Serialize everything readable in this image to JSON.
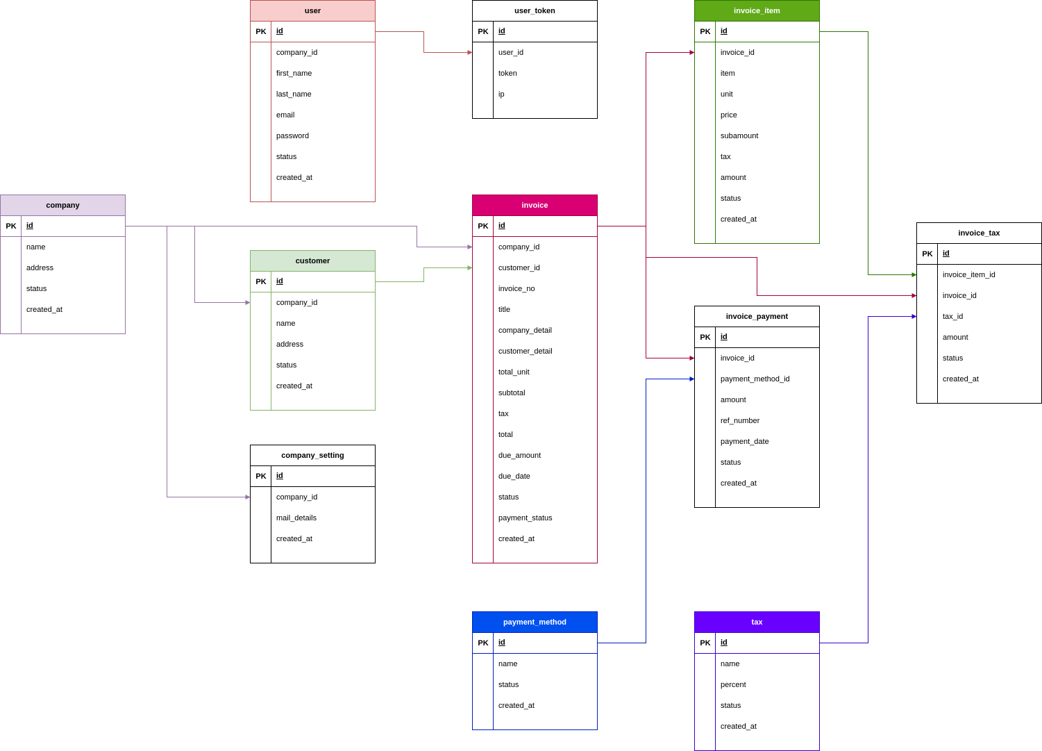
{
  "entities": [
    {
      "key": "user",
      "name": "user",
      "pk_label": "PK",
      "pk": "id",
      "fields": [
        "company_id",
        "first_name",
        "last_name",
        "email",
        "password",
        "status",
        "created_at"
      ],
      "stroke": "#b85450",
      "fill": "#f8cecc",
      "text": "#000000"
    },
    {
      "key": "user_token",
      "name": "user_token",
      "pk_label": "PK",
      "pk": "id",
      "fields": [
        "user_id",
        "token",
        "ip"
      ],
      "stroke": "#000000",
      "fill": "#ffffff",
      "text": "#000000"
    },
    {
      "key": "invoice_item",
      "name": "invoice_item",
      "pk_label": "PK",
      "pk": "id",
      "fields": [
        "invoice_id",
        "item",
        "unit",
        "price",
        "subamount",
        "tax",
        "amount",
        "status",
        "created_at"
      ],
      "stroke": "#2d7600",
      "fill": "#60a917",
      "text": "#ffffff"
    },
    {
      "key": "company",
      "name": "company",
      "pk_label": "PK",
      "pk": "id",
      "fields": [
        "name",
        "address",
        "status",
        "created_at"
      ],
      "stroke": "#9673a6",
      "fill": "#e1d5e7",
      "text": "#000000"
    },
    {
      "key": "customer",
      "name": "customer",
      "pk_label": "PK",
      "pk": "id",
      "fields": [
        "company_id",
        "name",
        "address",
        "status",
        "created_at"
      ],
      "stroke": "#82b366",
      "fill": "#d5e8d4",
      "text": "#000000"
    },
    {
      "key": "invoice",
      "name": "invoice",
      "pk_label": "PK",
      "pk": "id",
      "fields": [
        "company_id",
        "customer_id",
        "invoice_no",
        "title",
        "company_detail",
        "customer_detail",
        "total_unit",
        "subtotal",
        "tax",
        "total",
        "due_amount",
        "due_date",
        "status",
        "payment_status",
        "created_at"
      ],
      "stroke": "#a50040",
      "fill": "#d80073",
      "text": "#ffffff"
    },
    {
      "key": "invoice_tax",
      "name": "invoice_tax",
      "pk_label": "PK",
      "pk": "id",
      "fields": [
        "invoice_item_id",
        "invoice_id",
        "tax_id",
        "amount",
        "status",
        "created_at"
      ],
      "stroke": "#000000",
      "fill": "#ffffff",
      "text": "#000000"
    },
    {
      "key": "invoice_payment",
      "name": "invoice_payment",
      "pk_label": "PK",
      "pk": "id",
      "fields": [
        "invoice_id",
        "payment_method_id",
        "amount",
        "ref_number",
        "payment_date",
        "status",
        "created_at"
      ],
      "stroke": "#000000",
      "fill": "#ffffff",
      "text": "#000000"
    },
    {
      "key": "company_setting",
      "name": "company_setting",
      "pk_label": "PK",
      "pk": "id",
      "fields": [
        "company_id",
        "mail_details",
        "created_at"
      ],
      "stroke": "#000000",
      "fill": "#ffffff",
      "text": "#000000"
    },
    {
      "key": "payment_method",
      "name": "payment_method",
      "pk_label": "PK",
      "pk": "id",
      "fields": [
        "name",
        "status",
        "created_at"
      ],
      "stroke": "#001dbc",
      "fill": "#0050ef",
      "text": "#ffffff"
    },
    {
      "key": "tax",
      "name": "tax",
      "pk_label": "PK",
      "pk": "id",
      "fields": [
        "name",
        "percent",
        "status",
        "created_at"
      ],
      "stroke": "#3700cc",
      "fill": "#6a00ff",
      "text": "#ffffff"
    }
  ],
  "relations": [
    {
      "from": "user",
      "to": "user_token",
      "color": "#b85450"
    },
    {
      "from": "company",
      "to": "invoice",
      "color": "#9673a6"
    },
    {
      "from": "company",
      "to": "customer",
      "color": "#9673a6"
    },
    {
      "from": "company",
      "to": "company_setting",
      "color": "#9673a6"
    },
    {
      "from": "customer",
      "to": "invoice",
      "color": "#82b366"
    },
    {
      "from": "invoice",
      "to": "invoice_item",
      "color": "#a50040"
    },
    {
      "from": "invoice",
      "to": "invoice_tax",
      "color": "#a50040"
    },
    {
      "from": "invoice",
      "to": "invoice_payment",
      "color": "#a50040"
    },
    {
      "from": "invoice_item",
      "to": "invoice_tax",
      "color": "#2d7600"
    },
    {
      "from": "payment_method",
      "to": "invoice_payment",
      "color": "#001dbc"
    },
    {
      "from": "tax",
      "to": "invoice_tax",
      "color": "#3700cc"
    }
  ]
}
